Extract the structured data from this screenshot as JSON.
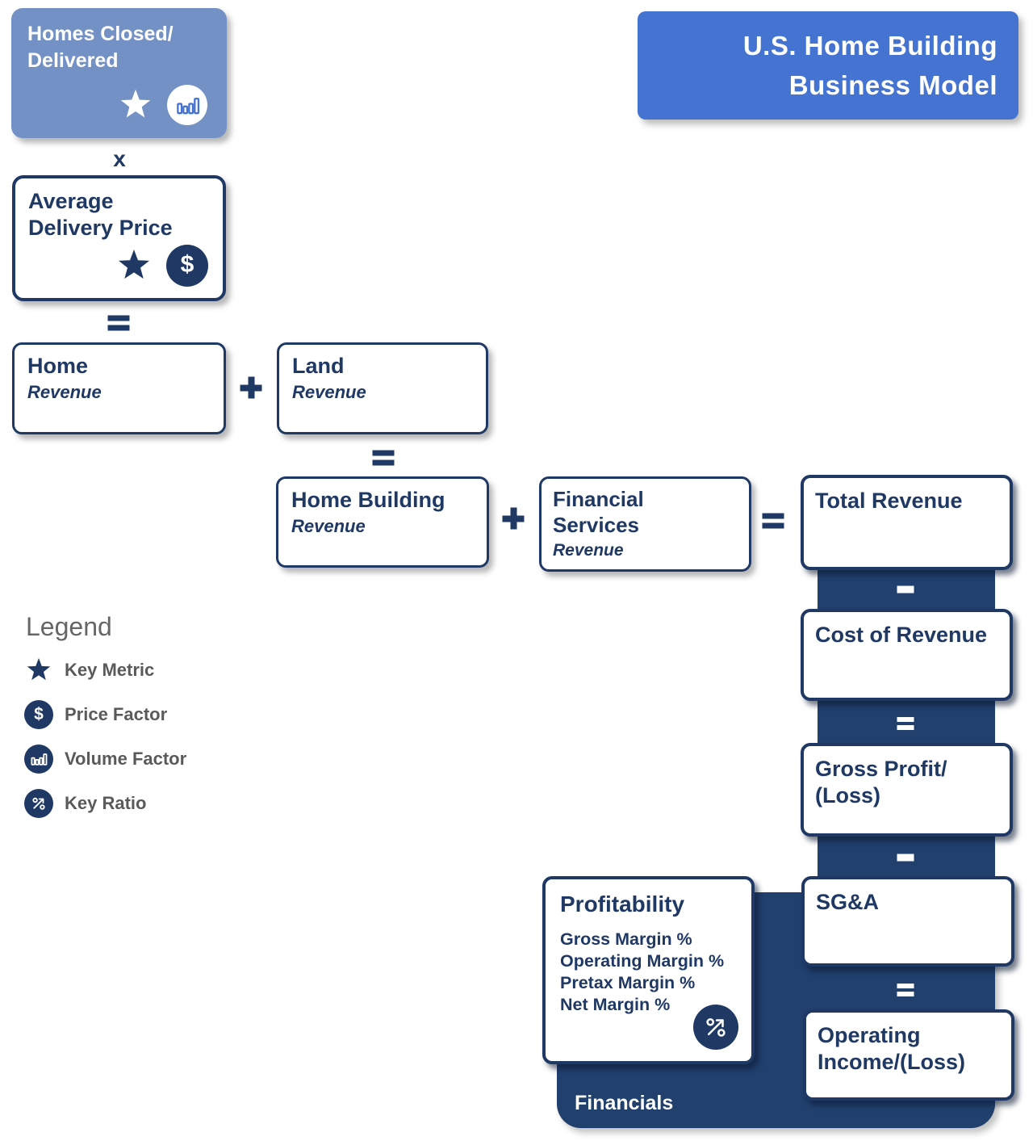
{
  "title": {
    "line1": "U.S. Home Building",
    "line2": "Business Model"
  },
  "nodes": {
    "homes_closed": {
      "line1": "Homes Closed/",
      "line2": "Delivered"
    },
    "avg_price": {
      "line1": "Average",
      "line2": "Delivery Price"
    },
    "home_rev": {
      "name": "Home",
      "sub": "Revenue"
    },
    "land_rev": {
      "name": "Land",
      "sub": "Revenue"
    },
    "home_building_rev": {
      "name": "Home Building",
      "sub": "Revenue"
    },
    "financial_services_rev": {
      "line1": "Financial",
      "line2": "Services",
      "sub": "Revenue"
    },
    "total_rev": {
      "name": "Total Revenue"
    },
    "cost_rev": {
      "name": "Cost of Revenue"
    },
    "gross_profit": {
      "line1": "Gross Profit/",
      "line2": "(Loss)"
    },
    "sga": {
      "name": "SG&A"
    },
    "op_income": {
      "line1": "Operating",
      "line2": "Income/(Loss)"
    },
    "profitability": {
      "name": "Profitability",
      "items": [
        "Gross Margin %",
        "Operating Margin %",
        "Pretax Margin %",
        "Net Margin %"
      ]
    }
  },
  "operators": {
    "multiply": "x",
    "plus": "+",
    "equals": "=",
    "minus": "−"
  },
  "panel": {
    "label": "Financials"
  },
  "legend": {
    "title": "Legend",
    "items": [
      {
        "icon": "star-icon",
        "label": "Key Metric"
      },
      {
        "icon": "dollar-circle-icon",
        "label": "Price Factor"
      },
      {
        "icon": "bar-chart-circle-icon",
        "label": "Volume Factor"
      },
      {
        "icon": "percent-arrow-circle-icon",
        "label": "Key Ratio"
      }
    ]
  },
  "glyphs": {
    "dollar": "$"
  },
  "colors": {
    "navy": "#1f3864",
    "band_navy": "#21406e",
    "periwinkle": "#7491c5",
    "title_blue": "#4573d1",
    "legend_gray": "#5a5a5a",
    "white": "#ffffff"
  }
}
